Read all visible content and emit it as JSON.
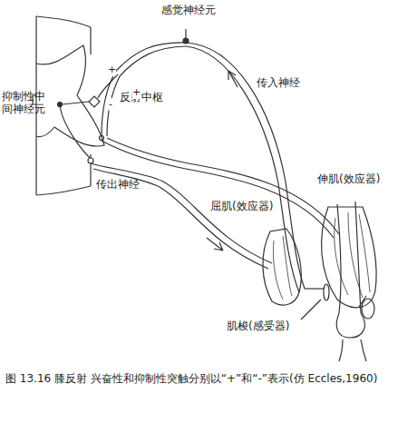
{
  "diagram": {
    "caption": "图 13.16  膝反射  兴奋性和抑制性突触分别以“+”和“-”表示(仿 Eccles,1960)",
    "labels": [
      "感觉神经元",
      "抑制性中间神经元",
      "反射中枢",
      "传入神经",
      "传出神经",
      "伸肌(效应器)",
      "屈肌(效应器)",
      "肌梭(感受器)",
      "+",
      "+",
      "-"
    ]
  }
}
